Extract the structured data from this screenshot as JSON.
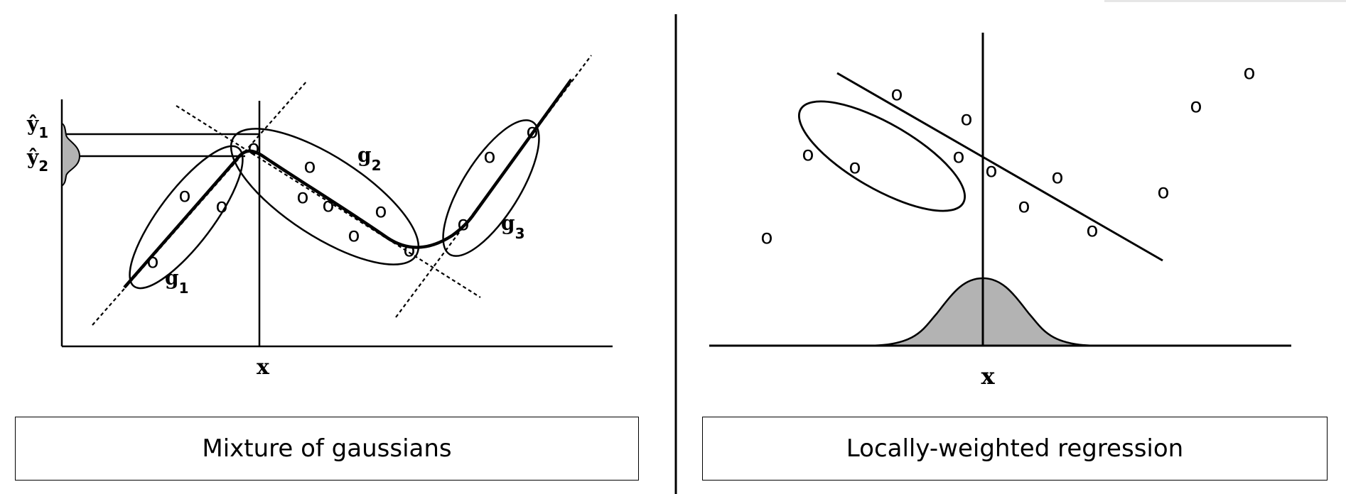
{
  "left_panel": {
    "caption": "Mixture of gaussians",
    "point_glyph": "o",
    "axis_label_x": "x",
    "yhat1": {
      "base": "ŷ",
      "sub": "1"
    },
    "yhat2": {
      "base": "ŷ",
      "sub": "2"
    },
    "components": [
      {
        "base": "g",
        "sub": "1"
      },
      {
        "base": "g",
        "sub": "2"
      },
      {
        "base": "g",
        "sub": "3"
      }
    ]
  },
  "right_panel": {
    "caption": "Locally-weighted regression",
    "point_glyph": "o",
    "axis_label_x": "x"
  },
  "colors": {
    "ink": "#000000",
    "kernel_fill": "#b3b3b3",
    "background": "#ffffff"
  }
}
